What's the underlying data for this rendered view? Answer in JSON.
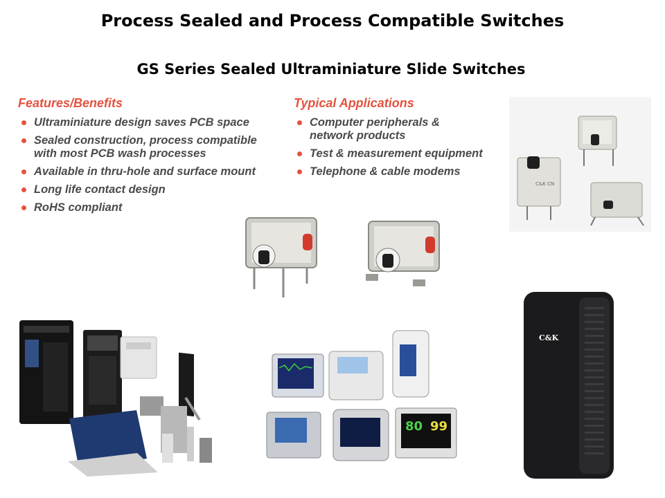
{
  "title": "Process Sealed and Process Compatible Switches",
  "subtitle": "GS Series Sealed Ultraminiature Slide Switches",
  "features": {
    "heading": "Features/Benefits",
    "items": [
      "Ultraminiature design saves PCB space",
      "Sealed construction, process compatible\nwith most PCB wash processes",
      "Available in thru-hole and surface mount",
      "Long life contact design",
      "RoHS compliant"
    ]
  },
  "applications": {
    "heading": "Typical Applications",
    "items": [
      "Computer peripherals &\nnetwork products",
      "Test & measurement equipment",
      "Telephone & cable modems"
    ]
  },
  "modem": {
    "brand": "C&K"
  },
  "monitor": {
    "reading_1": "80",
    "reading_2": "99"
  },
  "colors": {
    "accent": "#e4523f",
    "bullet_text": "#4a4a4a"
  }
}
